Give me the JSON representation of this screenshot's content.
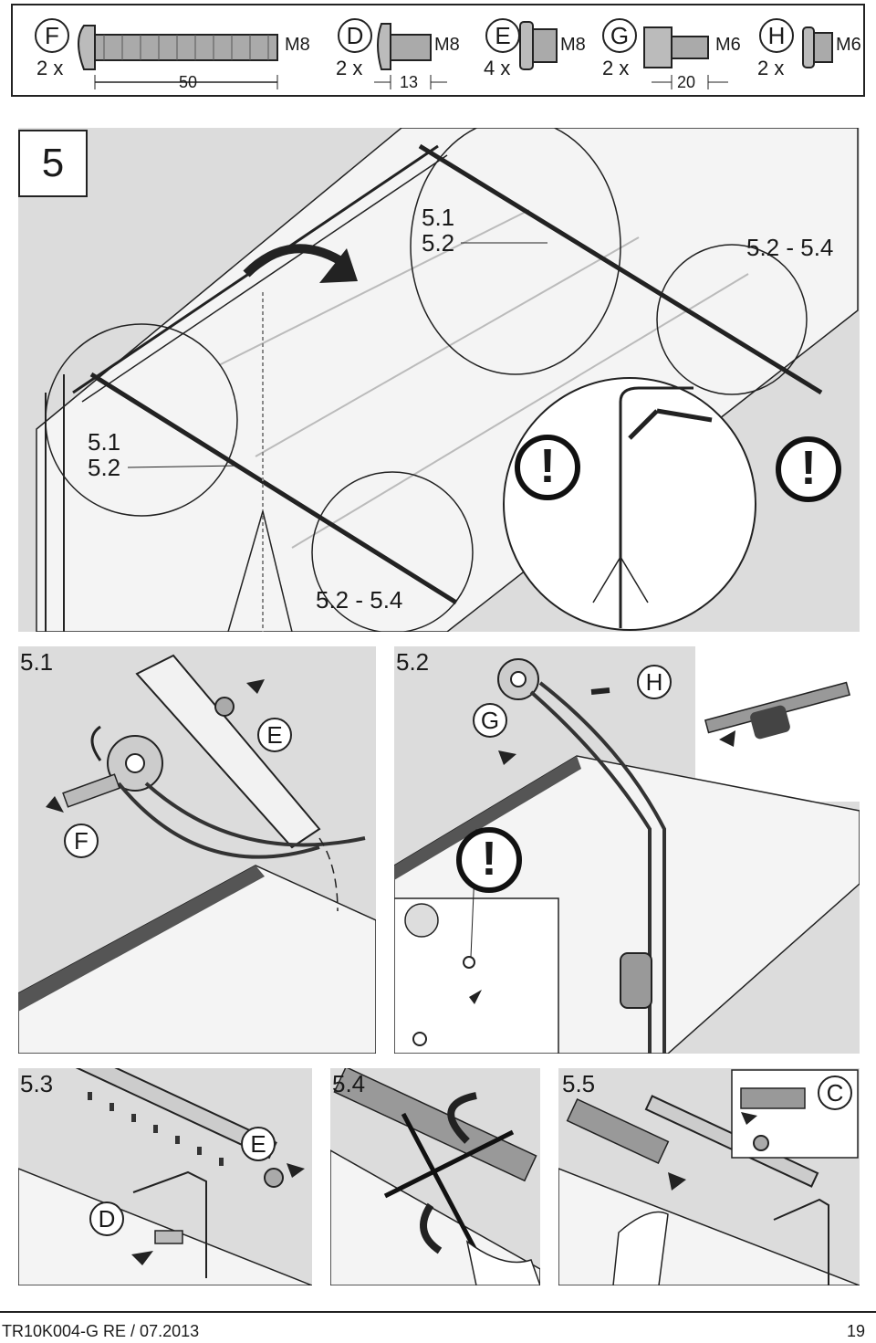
{
  "hardware": [
    {
      "letter": "F",
      "qty": "2 x",
      "thread": "M8",
      "length": "50",
      "icon": "carriage-bolt-icon"
    },
    {
      "letter": "D",
      "qty": "2 x",
      "thread": "M8",
      "length": "13",
      "icon": "carriage-bolt-short-icon"
    },
    {
      "letter": "E",
      "qty": "4 x",
      "thread": "M8",
      "length": "",
      "icon": "flange-nut-icon"
    },
    {
      "letter": "G",
      "qty": "2 x",
      "thread": "M6",
      "length": "20",
      "icon": "hex-bolt-icon"
    },
    {
      "letter": "H",
      "qty": "2 x",
      "thread": "M6",
      "length": "",
      "icon": "flange-nut-small-icon"
    }
  ],
  "step": {
    "number": "5",
    "callout_top": "5.1\n5.2",
    "callout_left": "5.1\n5.2",
    "callout_right": "5.2 - 5.4",
    "callout_bottom": "5.2 - 5.4",
    "warning_symbol": "!"
  },
  "panels": {
    "p51": {
      "title": "5.1",
      "badges": [
        "E",
        "F"
      ]
    },
    "p52": {
      "title": "5.2",
      "badges": [
        "G",
        "H"
      ],
      "warning_symbol": "!"
    },
    "p53": {
      "title": "5.3",
      "badges": [
        "E",
        "D"
      ]
    },
    "p54": {
      "title": "5.4"
    },
    "p55": {
      "title": "5.5",
      "badges": [
        "C"
      ]
    }
  },
  "footer": {
    "doc_code": "TR10K004-G  RE / 07.2013",
    "page_number": "19"
  },
  "colors": {
    "panel_bg": "#dcdcdc",
    "line": "#222222",
    "door": "#f2f2f2"
  }
}
